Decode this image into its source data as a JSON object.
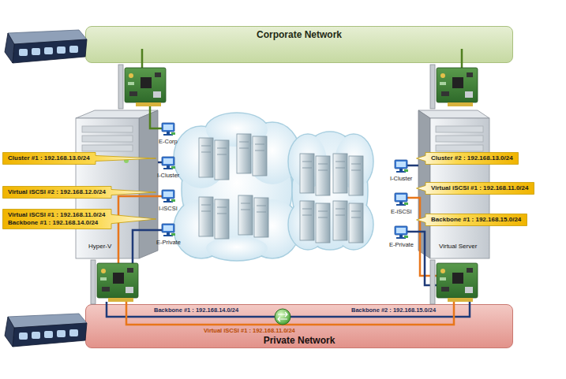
{
  "diagram": {
    "nodes": [
      {
        "text": [
          "Corporate Network"
        ]
      },
      {
        "text": [
          "Cluster #1 : 192.168.13.0/24"
        ]
      },
      {
        "text": [
          "Cluster #2 : 192.168.13.0/24"
        ]
      },
      {
        "text": [
          "Virtual iSCSI #2 : 192.168.12.0/24"
        ]
      },
      {
        "text": [
          "Virtual iSCSI #1 : 192.168.11.0/24"
        ]
      },
      {
        "text": [
          "Virtual iSCSI #1 : 192.168.11.0/24",
          "Backbone #1 : 192.168.14.0/24"
        ]
      },
      {
        "text": [
          "Backbone #1 : 192.168.15.0/24"
        ]
      },
      {
        "text": [
          "Private Network"
        ]
      }
    ],
    "labels": [
      "E-Corp",
      "I-Cluster",
      "I-iSCSI",
      "E-Private",
      "Hyper-V",
      "I-Cluster",
      "E-iSCSI",
      "E-Private",
      "Virtual Server",
      "Backbone #1 : 192.168.14.0/24",
      "Backbone #2 : 192.168.15.0/24",
      "Virtual iSCSI #1 : 192.168.11.0/24"
    ]
  }
}
